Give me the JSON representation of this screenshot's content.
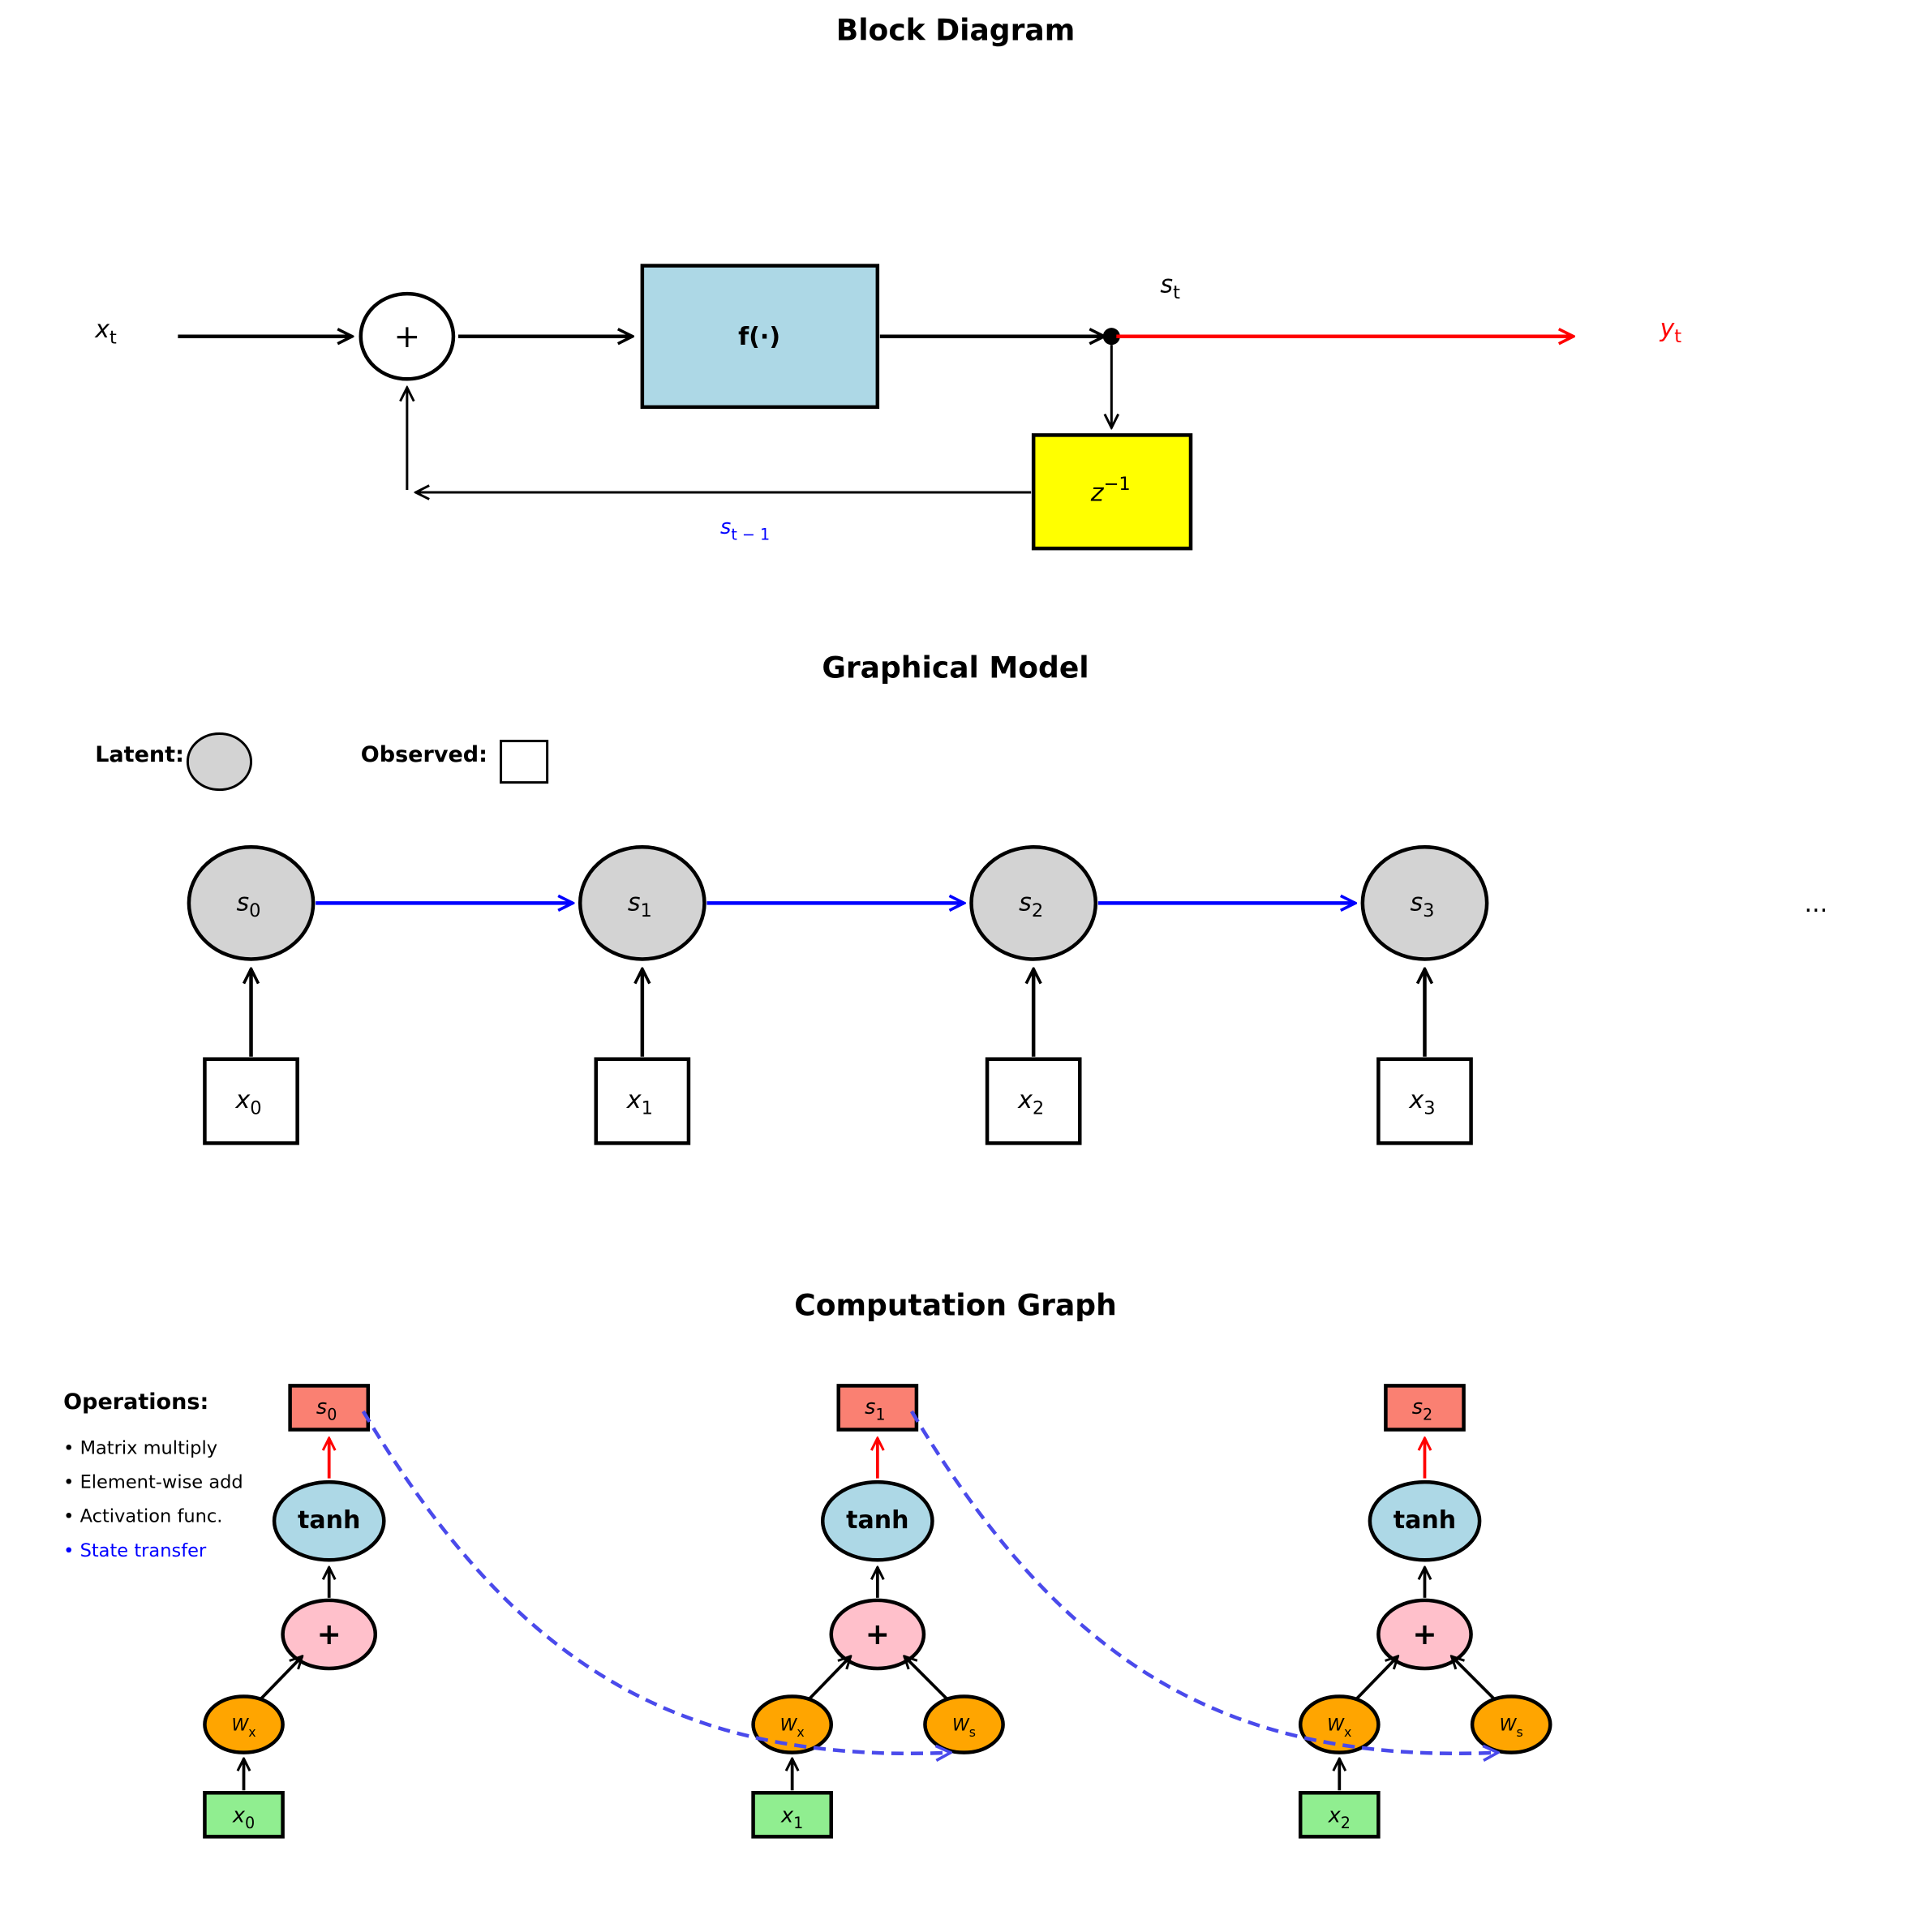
{
  "block_diagram": {
    "title": "Block Diagram",
    "input_label": "x",
    "input_sub": "t",
    "sum_symbol": "+",
    "function_label": "f(·)",
    "state_label": "s",
    "state_sub": "t",
    "output_label": "y",
    "output_sub": "t",
    "delay_label": "z",
    "delay_sup": "−1",
    "feedback_label": "s",
    "feedback_sub": "t − 1",
    "colors": {
      "function_fill": "#add8e6",
      "delay_fill": "#ffff00",
      "output": "#ff0000",
      "feedback_label": "#0000ff"
    }
  },
  "graphical_model": {
    "title": "Graphical Model",
    "legend": {
      "latent_label": "Latent:",
      "observed_label": "Observed:"
    },
    "latent_nodes": [
      {
        "label": "s",
        "sub": "0"
      },
      {
        "label": "s",
        "sub": "1"
      },
      {
        "label": "s",
        "sub": "2"
      },
      {
        "label": "s",
        "sub": "3"
      }
    ],
    "observed_nodes": [
      {
        "label": "x",
        "sub": "0"
      },
      {
        "label": "x",
        "sub": "1"
      },
      {
        "label": "x",
        "sub": "2"
      },
      {
        "label": "x",
        "sub": "3"
      }
    ],
    "ellipsis": "...",
    "colors": {
      "latent_fill": "#d3d3d3",
      "transition": "#0000ff"
    }
  },
  "computation_graph": {
    "title": "Computation Graph",
    "operations_heading": "Operations:",
    "operations": [
      {
        "text": "• Matrix multiply",
        "color": "#000000"
      },
      {
        "text": "• Element-wise add",
        "color": "#000000"
      },
      {
        "text": "• Activation func.",
        "color": "#000000"
      },
      {
        "text": "• State transfer",
        "color": "#0000ff"
      }
    ],
    "steps": [
      {
        "state": "s",
        "state_sub": "0",
        "activation": "tanh",
        "add": "+",
        "wx": "W",
        "wx_sub": "x",
        "ws": null,
        "input": "x",
        "input_sub": "0"
      },
      {
        "state": "s",
        "state_sub": "1",
        "activation": "tanh",
        "add": "+",
        "wx": "W",
        "wx_sub": "x",
        "ws": "W",
        "ws_sub": "s",
        "input": "x",
        "input_sub": "1"
      },
      {
        "state": "s",
        "state_sub": "2",
        "activation": "tanh",
        "add": "+",
        "wx": "W",
        "wx_sub": "x",
        "ws": "W",
        "ws_sub": "s",
        "input": "x",
        "input_sub": "2"
      }
    ],
    "colors": {
      "state_fill": "#fa8072",
      "tanh_fill": "#add8e6",
      "add_fill": "#ffc0cb",
      "weight_fill": "#ffa500",
      "input_fill": "#90ee90",
      "state_arrow": "#ff0000",
      "transfer": "#4a4aeb"
    }
  }
}
